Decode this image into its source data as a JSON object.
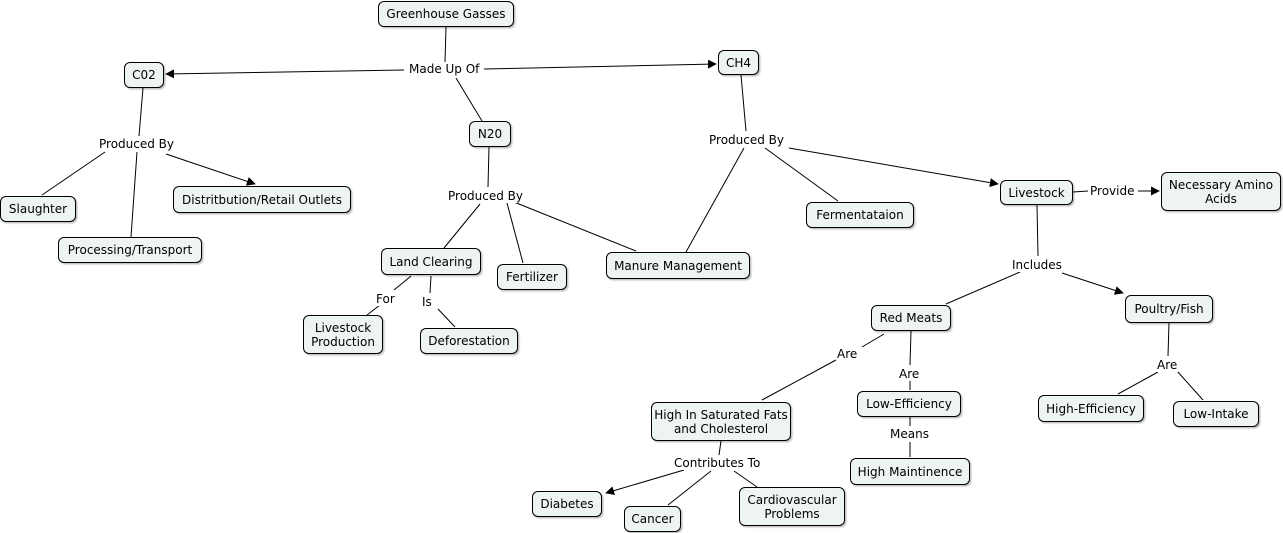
{
  "concepts": {
    "greenhouse": "Greenhouse Gasses",
    "co2": "C02",
    "ch4": "CH4",
    "n2o": "N20",
    "slaughter": "Slaughter",
    "distribution": "Distritbution/Retail Outlets",
    "processing": "Processing/Transport",
    "land_clearing": "Land Clearing",
    "fertilizer": "Fertilizer",
    "manure": "Manure Management",
    "livestock_production": "Livestock Production",
    "deforestation": "Deforestation",
    "fermentation": "Fermentataion",
    "livestock": "Livestock",
    "amino_acids": "Necessary Amino Acids",
    "red_meats": "Red Meats",
    "poultry_fish": "Poultry/Fish",
    "saturated_fats": "High In Saturated Fats and Cholesterol",
    "low_efficiency": "Low-Efficiency",
    "high_maintenance": "High Maintinence",
    "high_efficiency": "High-Efficiency",
    "low_intake": "Low-Intake",
    "diabetes": "Diabetes",
    "cancer": "Cancer",
    "cardiovascular": "Cardiovascular Problems"
  },
  "links": {
    "made_up_of": "Made Up Of",
    "co2_produced_by": "Produced By",
    "n2o_produced_by": "Produced By",
    "ch4_produced_by": "Produced By",
    "for": "For",
    "is": "Is",
    "provide": "Provide",
    "includes": "Includes",
    "red_meats_are": "Are",
    "low_eff_are": "Are",
    "means": "Means",
    "poultry_are": "Are",
    "contributes_to": "Contributes To"
  }
}
